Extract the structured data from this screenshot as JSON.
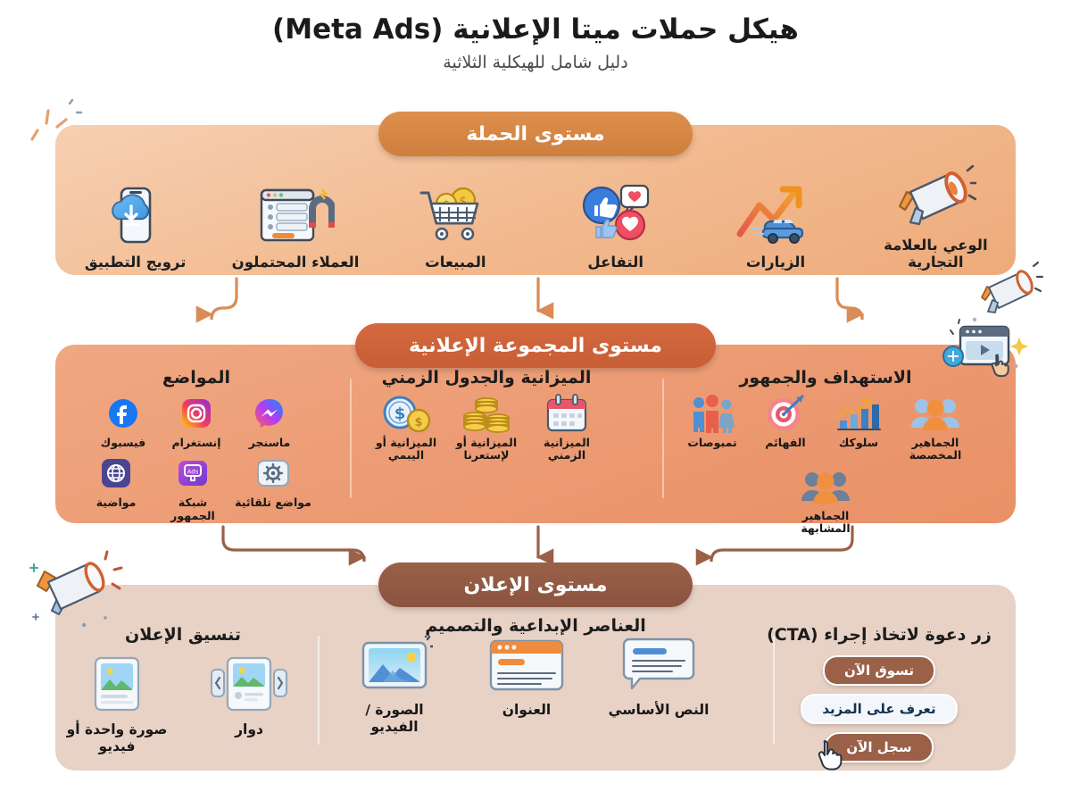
{
  "header": {
    "title": "هيكل حملات ميتا الإعلانية (Meta Ads)",
    "subtitle": "دليل شامل للهيكلية الثلاثية"
  },
  "levels": {
    "campaign": {
      "badge": "مستوى الحملة"
    },
    "adset": {
      "badge": "مستوى المجموعة الإعلانية"
    },
    "ad": {
      "badge": "مستوى الإعلان"
    }
  },
  "campaign": {
    "objectives": [
      {
        "label": "الوعي بالعلامة التجارية",
        "icon": "megaphone-icon"
      },
      {
        "label": "الزيارات",
        "icon": "traffic-growth-car-icon"
      },
      {
        "label": "التفاعل",
        "icon": "like-heart-icon"
      },
      {
        "label": "المبيعات",
        "icon": "shopping-cart-coins-icon"
      },
      {
        "label": "العملاء المحتملون",
        "icon": "lead-form-magnet-icon"
      },
      {
        "label": "ترويج التطبيق",
        "icon": "app-download-cloud-icon"
      }
    ]
  },
  "adset": {
    "groups": [
      {
        "title": "المواضع",
        "key": "placements",
        "items": [
          {
            "label": "فيسبوك",
            "icon": "facebook-icon"
          },
          {
            "label": "إنستغرام",
            "icon": "instagram-icon"
          },
          {
            "label": "ماسنجر",
            "icon": "messenger-icon"
          },
          {
            "label": "مواضية",
            "icon": "audience-network-globe-icon"
          },
          {
            "label": "شبكة الجمهور",
            "icon": "audience-network-icon"
          },
          {
            "label": "مواضع تلقائية",
            "icon": "automatic-placements-gear-icon"
          }
        ]
      },
      {
        "title": "الميزانية والجدول الزمني",
        "key": "budget",
        "items": [
          {
            "label": "الميزانية أو اليبمي",
            "icon": "dollar-coin-icon"
          },
          {
            "label": "الميزانية أو لإستعرنا",
            "icon": "coin-stacks-icon"
          },
          {
            "label": "الميزانية الزمني",
            "icon": "calendar-icon"
          }
        ]
      },
      {
        "title": "الاستهداف والجمهور",
        "key": "targeting",
        "items": [
          {
            "label": "تمبوصات",
            "icon": "demographics-people-icon"
          },
          {
            "label": "الفهائم",
            "icon": "target-interests-icon"
          },
          {
            "label": "سلوكك",
            "icon": "behavior-chart-icon"
          },
          {
            "label": "الجماهير المخصصة",
            "icon": "custom-audience-icon"
          },
          {
            "label": "الجماهير المشابهة",
            "icon": "lookalike-audience-icon"
          }
        ]
      }
    ]
  },
  "ad": {
    "creative_title": "العناصر الإبداعية والتصميم",
    "groups": [
      {
        "title": "تنسيق الإعلان",
        "key": "format",
        "items": [
          {
            "label": "صورة واحدة أو فيديو",
            "icon": "single-image-post-icon"
          },
          {
            "label": "دوار",
            "icon": "carousel-icon"
          }
        ]
      },
      {
        "title": "",
        "key": "creative",
        "items": [
          {
            "label": "الصورة / الفيديو",
            "icon": "image-video-icon"
          },
          {
            "label": "العنوان",
            "icon": "headline-browser-icon"
          },
          {
            "label": "النص الأساسي",
            "icon": "primary-text-bubble-icon"
          }
        ]
      },
      {
        "title": "زر دعوة لاتخاذ إجراء (CTA)",
        "key": "cta",
        "buttons": [
          {
            "label": "تسوق الآن",
            "style": "filled"
          },
          {
            "label": "تعرف على المزيد",
            "style": "outline"
          },
          {
            "label": "سجل الآن",
            "style": "filled"
          }
        ]
      }
    ]
  },
  "colors": {
    "campaign_panel": "#f2b98e",
    "adset_panel": "#ec9a72",
    "ad_panel": "#e8d2c6",
    "campaign_badge": "#d4823f",
    "adset_badge": "#cc6238",
    "ad_badge": "#915a43",
    "arrow_top": "#d98c57",
    "arrow_bottom": "#9a6048"
  }
}
